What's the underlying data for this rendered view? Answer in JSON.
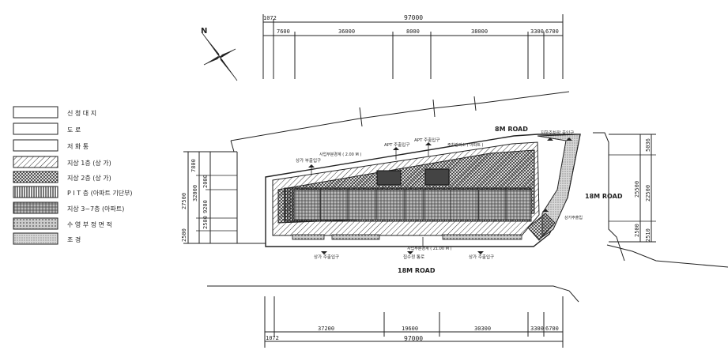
{
  "legend": {
    "items": [
      {
        "label": "신 청 대 지",
        "pattern": "blank"
      },
      {
        "label": "도 로",
        "pattern": "blank"
      },
      {
        "label": "저 화 통",
        "pattern": "blank"
      },
      {
        "label": "지상 1층 (상 가)",
        "pattern": "diag"
      },
      {
        "label": "지상 2층 (상 가)",
        "pattern": "crosshatch"
      },
      {
        "label": "P I T 층 (아파트 기단부)",
        "pattern": "vertical"
      },
      {
        "label": "지상 3~7층 (아파트)",
        "pattern": "grid"
      },
      {
        "label": "수 영 부 정 면 적",
        "pattern": "dots"
      },
      {
        "label": "조 경",
        "pattern": "dense"
      }
    ]
  },
  "dimensions": {
    "top_total": "97000",
    "top_left_small": "1072",
    "top_segments": [
      "7600",
      "36000",
      "8000",
      "38000",
      "3300",
      "6700"
    ],
    "bottom_total": "97000",
    "bottom_left_small": "1072",
    "bottom_segments": [
      "37200",
      "19600",
      "30300",
      "3300",
      "6700"
    ],
    "left_vertical": [
      "7800",
      "27500",
      "32000",
      "2000",
      "9200",
      "2500",
      "2500"
    ],
    "right_vertical": [
      "5036",
      "25500",
      "22500",
      "2500",
      "2510"
    ]
  },
  "roads": {
    "north": "8M ROAD",
    "east": "18M ROAD",
    "south": "18M ROAD"
  },
  "annotations": {
    "north_mark": "N",
    "vent_top": "사업부분경계 ( 2.00 M )",
    "store_entrance_left_top": "상가 부출입구",
    "apt_entrance_1": "APT 주출입구",
    "apt_entrance_2": "APT 주출입구",
    "apt_note": "주차관리소 ( 아파트 )",
    "parking_entrance": "지하주차장 출입구",
    "right_entrance": "상가주출입",
    "store_entrance_bottom_left": "상가 주출입구",
    "culvert": "집수정 통로",
    "store_entrance_bottom_right": "상가 주출입구",
    "bottom_note": "사업부분경계 ( 21.00 M )"
  }
}
